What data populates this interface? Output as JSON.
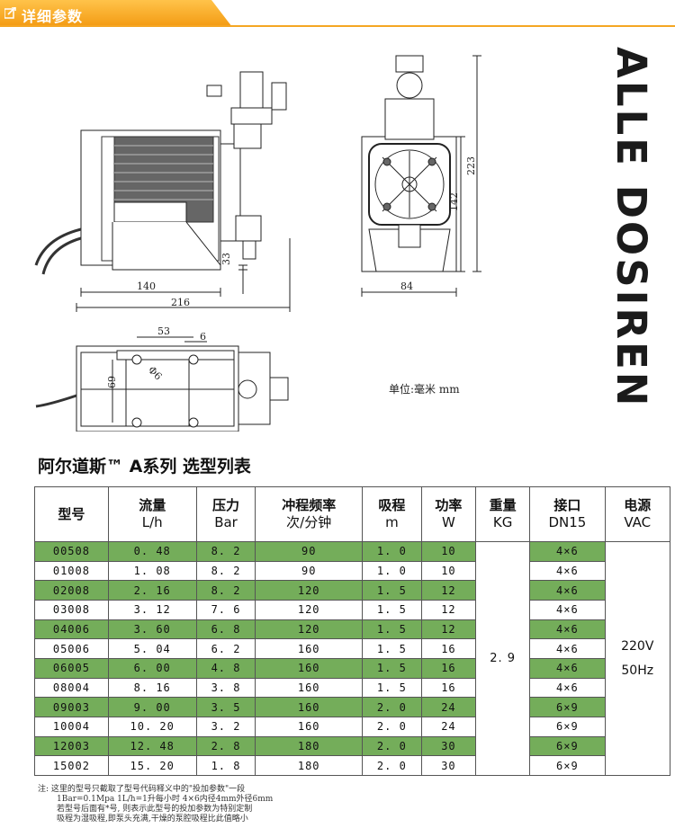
{
  "header": {
    "title": "详细参数"
  },
  "brand": "ALLE DOSIREN",
  "drawing": {
    "unit_label": "单位:毫米 mm",
    "dims": {
      "d140": "140",
      "d216": "216",
      "d33": "33",
      "d84": "84",
      "d142": "142",
      "d223": "223",
      "d53": "53",
      "d6": "6",
      "d69": "69",
      "phi6": "Φ6"
    }
  },
  "table": {
    "title": "阿尔道斯™ A系列 选型列表",
    "headers": [
      {
        "l1": "型号",
        "l2": ""
      },
      {
        "l1": "流量",
        "l2": "L/h"
      },
      {
        "l1": "压力",
        "l2": "Bar"
      },
      {
        "l1": "冲程频率",
        "l2": "次/分钟"
      },
      {
        "l1": "吸程",
        "l2": "m"
      },
      {
        "l1": "功率",
        "l2": "W"
      },
      {
        "l1": "重量",
        "l2": "KG"
      },
      {
        "l1": "接口",
        "l2": "DN15"
      },
      {
        "l1": "电源",
        "l2": "VAC"
      }
    ],
    "weight": "2. 9",
    "power_v": "220V",
    "power_hz": "50Hz",
    "rows": [
      {
        "model": "00508",
        "flow": "0. 48",
        "pressure": "8. 2",
        "stroke": "90",
        "suction": "1. 0",
        "power": "10",
        "port": "4×6",
        "green": true
      },
      {
        "model": "01008",
        "flow": "1. 08",
        "pressure": "8. 2",
        "stroke": "90",
        "suction": "1. 0",
        "power": "10",
        "port": "4×6",
        "green": false
      },
      {
        "model": "02008",
        "flow": "2. 16",
        "pressure": "8. 2",
        "stroke": "120",
        "suction": "1. 5",
        "power": "12",
        "port": "4×6",
        "green": true
      },
      {
        "model": "03008",
        "flow": "3. 12",
        "pressure": "7. 6",
        "stroke": "120",
        "suction": "1. 5",
        "power": "12",
        "port": "4×6",
        "green": false
      },
      {
        "model": "04006",
        "flow": "3. 60",
        "pressure": "6. 8",
        "stroke": "120",
        "suction": "1. 5",
        "power": "12",
        "port": "4×6",
        "green": true
      },
      {
        "model": "05006",
        "flow": "5. 04",
        "pressure": "6. 2",
        "stroke": "160",
        "suction": "1. 5",
        "power": "16",
        "port": "4×6",
        "green": false
      },
      {
        "model": "06005",
        "flow": "6. 00",
        "pressure": "4. 8",
        "stroke": "160",
        "suction": "1. 5",
        "power": "16",
        "port": "4×6",
        "green": true
      },
      {
        "model": "08004",
        "flow": "8. 16",
        "pressure": "3. 8",
        "stroke": "160",
        "suction": "1. 5",
        "power": "16",
        "port": "4×6",
        "green": false
      },
      {
        "model": "09003",
        "flow": "9. 00",
        "pressure": "3. 5",
        "stroke": "160",
        "suction": "2. 0",
        "power": "24",
        "port": "6×9",
        "green": true
      },
      {
        "model": "10004",
        "flow": "10. 20",
        "pressure": "3. 2",
        "stroke": "160",
        "suction": "2. 0",
        "power": "24",
        "port": "6×9",
        "green": false
      },
      {
        "model": "12003",
        "flow": "12. 48",
        "pressure": "2. 8",
        "stroke": "180",
        "suction": "2. 0",
        "power": "30",
        "port": "6×9",
        "green": true
      },
      {
        "model": "15002",
        "flow": "15. 20",
        "pressure": "1. 8",
        "stroke": "180",
        "suction": "2. 0",
        "power": "30",
        "port": "6×9",
        "green": false
      }
    ]
  },
  "note": {
    "line1": "注: 这里的型号只截取了型号代码释义中的\"投加参数\"一段",
    "line2": "1Bar=0.1Mpa    1L/h=1升每小时   4×6内径4mm外径6mm",
    "line3": "若型号后面有*号, 则表示此型号的投加参数为特别定制",
    "line4": "吸程为湿吸程,即泵头充满,干燥的泵腔吸程比此值略小"
  }
}
